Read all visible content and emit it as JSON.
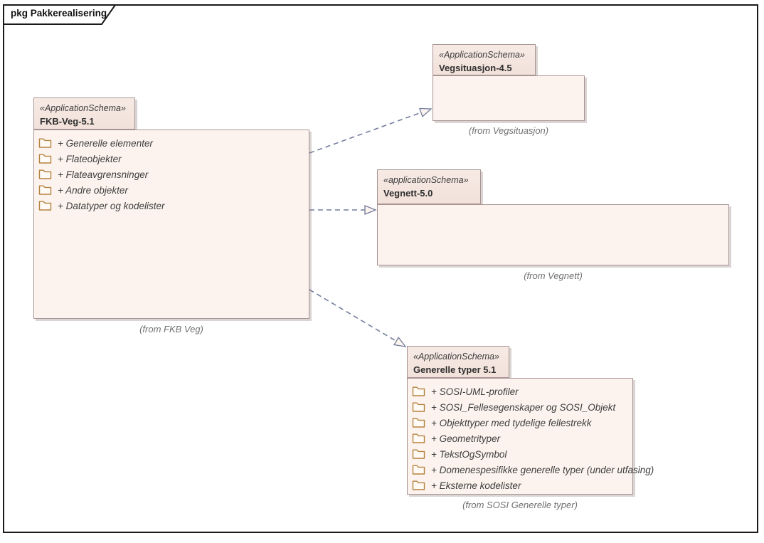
{
  "frame": {
    "title": "pkg Pakkerealisering"
  },
  "colors": {
    "package_header_fill": "#f4e6e0",
    "package_body_fill": "#fcf3ee",
    "package_border": "#a89494",
    "connector": "#737d9c",
    "folder_icon": "#b5823e",
    "frame_border": "#1a1a1a",
    "caption_text": "#707070"
  },
  "packages": {
    "fkb_veg": {
      "stereotype": "«ApplicationSchema»",
      "name": "FKB-Veg-5.1",
      "items": [
        "+ Generelle elementer",
        "+ Flateobjekter",
        "+ Flateavgrensninger",
        "+ Andre objekter",
        "+ Datatyper og kodelister"
      ],
      "caption": "(from FKB Veg)"
    },
    "vegsituasjon": {
      "stereotype": "«ApplicationSchema»",
      "name": "Vegsituasjon-4.5",
      "caption": "(from Vegsituasjon)"
    },
    "vegnett": {
      "stereotype": "«applicationSchema»",
      "name": "Vegnett-5.0",
      "caption": "(from Vegnett)"
    },
    "generelle_typer": {
      "stereotype": "«ApplicationSchema»",
      "name": "Generelle typer 5.1",
      "items": [
        "+ SOSI-UML-profiler",
        "+ SOSI_Fellesegenskaper og SOSI_Objekt",
        "+ Objekttyper med tydelige fellestrekk",
        "+ Geometrityper",
        "+ TekstOgSymbol",
        "+ Domenespesifikke generelle typer (under utfasing)",
        "+ Eksterne kodelister"
      ],
      "caption": "(from SOSI Generelle typer)"
    }
  },
  "connectors": [
    {
      "style": "dashed",
      "head": "open-triangle",
      "from": "FKB-Veg-5.1",
      "to": "Vegsituasjon-4.5"
    },
    {
      "style": "dashed",
      "head": "open-triangle",
      "from": "FKB-Veg-5.1",
      "to": "Vegnett-5.0"
    },
    {
      "style": "dashed",
      "head": "open-triangle",
      "from": "FKB-Veg-5.1",
      "to": "Generelle typer 5.1"
    }
  ]
}
